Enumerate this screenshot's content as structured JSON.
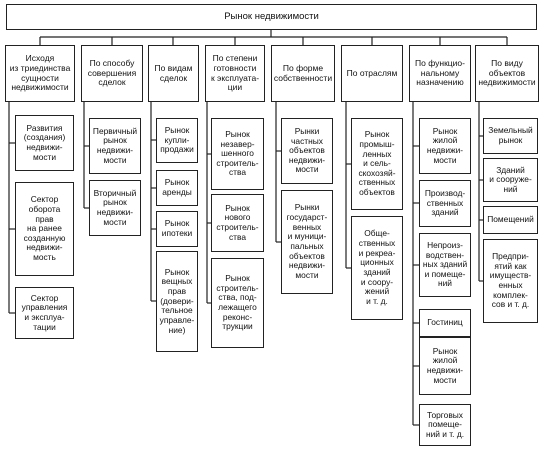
{
  "root": "Рынок недвижимости",
  "columns": [
    {
      "header": "Исходя\nиз триединства\nсущности\nнедвижимости",
      "items": [
        "Развития\n(создания)\nнедвижи-\nмости",
        "Сектор\nоборота\nправ\nна ранее\nсозданную\nнедвижи-\nмость",
        "Сектор\nуправления\nи эксплуа-\nтации"
      ]
    },
    {
      "header": "По способу\nсовершения\nсделок",
      "items": [
        "Первичный\nрынок\nнедвижи-\nмости",
        "Вторичный\nрынок\nнедвижи-\nмости"
      ]
    },
    {
      "header": "По видам\nсделок",
      "items": [
        "Рынок\nкупли-\nпродажи",
        "Рынок\nаренды",
        "Рынок\nипотеки",
        "Рынок\nвещных\nправ\n(довери-\nтельное\nуправле-\nние)"
      ]
    },
    {
      "header": "По степени\nготовности\nк эксплуата-\nции",
      "items": [
        "Рынок\nнезавер-\nшенного\nстроитель-\nства",
        "Рынок\nнового\nстроитель-\nства",
        "Рынок\nстроитель-\nства, под-\nлежащего\nреконс-\nтрукции"
      ]
    },
    {
      "header": "По форме\nсобственности",
      "items": [
        "Рынки\nчастных\nобъектов\nнедвижи-\nмости",
        "Рынки\nгосударст-\nвенных\nи муници-\nпальных\nобъектов\nнедвижи-\nмости"
      ]
    },
    {
      "header": "По отраслям",
      "items": [
        "Рынок\nпромыш-\nленных\nи сель-\nскохозяй-\nственных\nобъектов",
        "Обще-\nственных\nи рекреа-\nционных\nзданий\nи соору-\nжений\nи т. д."
      ]
    },
    {
      "header": "По функцио-\nнальному\nназначению",
      "items": [
        "Рынок\nжилой\nнедвижи-\nмости",
        "Производ-\nственных\nзданий",
        "Непроиз-\nводствен-\nных зданий\nи помеще-\nний",
        "Гостиниц",
        "Рынок\nжилой\nнедвижи-\nмости",
        "Торговых\nпомеще-\nний и т. д."
      ]
    },
    {
      "header": "По виду\nобъектов\nнедвижимости",
      "items": [
        "Земельный\nрынок",
        "Зданий\nи сооруже-\nний",
        "Помещений",
        "Предпри-\nятий как\nимуществ-\nенных\nкомплек-\nсов и т. д."
      ]
    }
  ]
}
